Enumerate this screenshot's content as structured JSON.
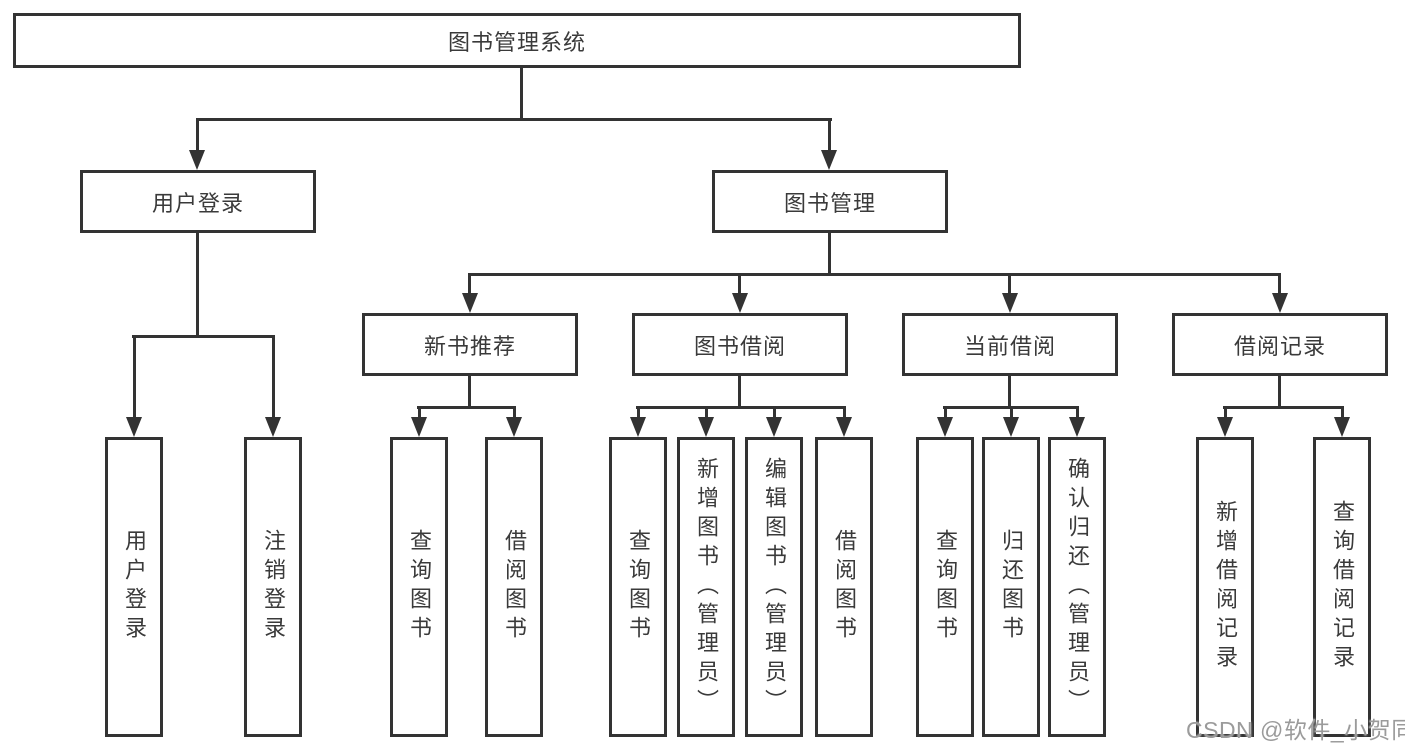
{
  "tree": {
    "root": {
      "label": "图书管理系统"
    },
    "branches": [
      {
        "label": "用户登录",
        "leaves": [
          "用户登录",
          "注销登录"
        ]
      },
      {
        "label": "图书管理",
        "groups": [
          {
            "label": "新书推荐",
            "leaves": [
              "查询图书",
              "借阅图书"
            ]
          },
          {
            "label": "图书借阅",
            "leaves": [
              "查询图书",
              "新增图书（管理员）",
              "编辑图书（管理员）",
              "借阅图书"
            ]
          },
          {
            "label": "当前借阅",
            "leaves": [
              "查询图书",
              "归还图书",
              "确认归还（管理员）"
            ]
          },
          {
            "label": "借阅记录",
            "leaves": [
              "新增借阅记录",
              "查询借阅记录"
            ]
          }
        ]
      }
    ]
  },
  "watermark": "CSDN @软件_小贺同学",
  "colors": {
    "line": "#333333",
    "box_border": "#333333",
    "text": "#3a3a3a",
    "background": "#ffffff",
    "watermark": "#9b9b9b"
  }
}
